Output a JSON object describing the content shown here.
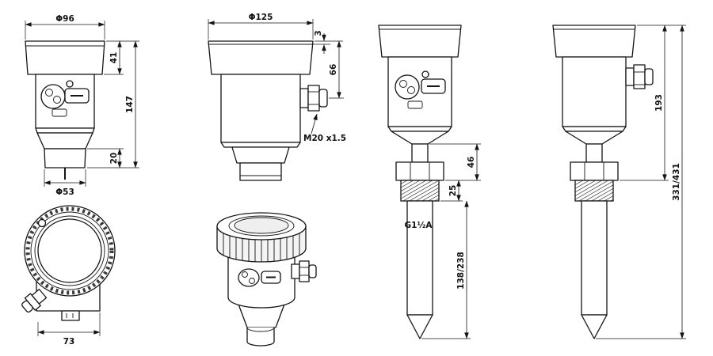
{
  "meta": {
    "background": "#ffffff",
    "line_color": "#141414",
    "drawing_type": "level-transmitter dimensional drawing"
  },
  "views": {
    "front": {
      "name": "front view with display",
      "dims": {
        "top_diameter": "Φ96",
        "lid_height": "41",
        "total_height": "147",
        "horn_height": "20",
        "horn_diameter": "Φ53"
      }
    },
    "side": {
      "name": "side view with cable gland",
      "dims": {
        "top_diameter": "Φ125",
        "cover_step": "3",
        "gland_offset": "66",
        "gland_thread": "M20 x1.5"
      }
    },
    "threaded_front": {
      "name": "threaded rod version front view",
      "dims": {
        "neck_height": "46",
        "thread_length": "25",
        "process_thread": "G1½A",
        "probe_length": "138/238"
      }
    },
    "threaded_side": {
      "name": "threaded rod version side view",
      "dims": {
        "head_height": "193",
        "total_length": "331/431"
      }
    },
    "top": {
      "name": "top view",
      "dims": {
        "width": "73"
      }
    }
  }
}
